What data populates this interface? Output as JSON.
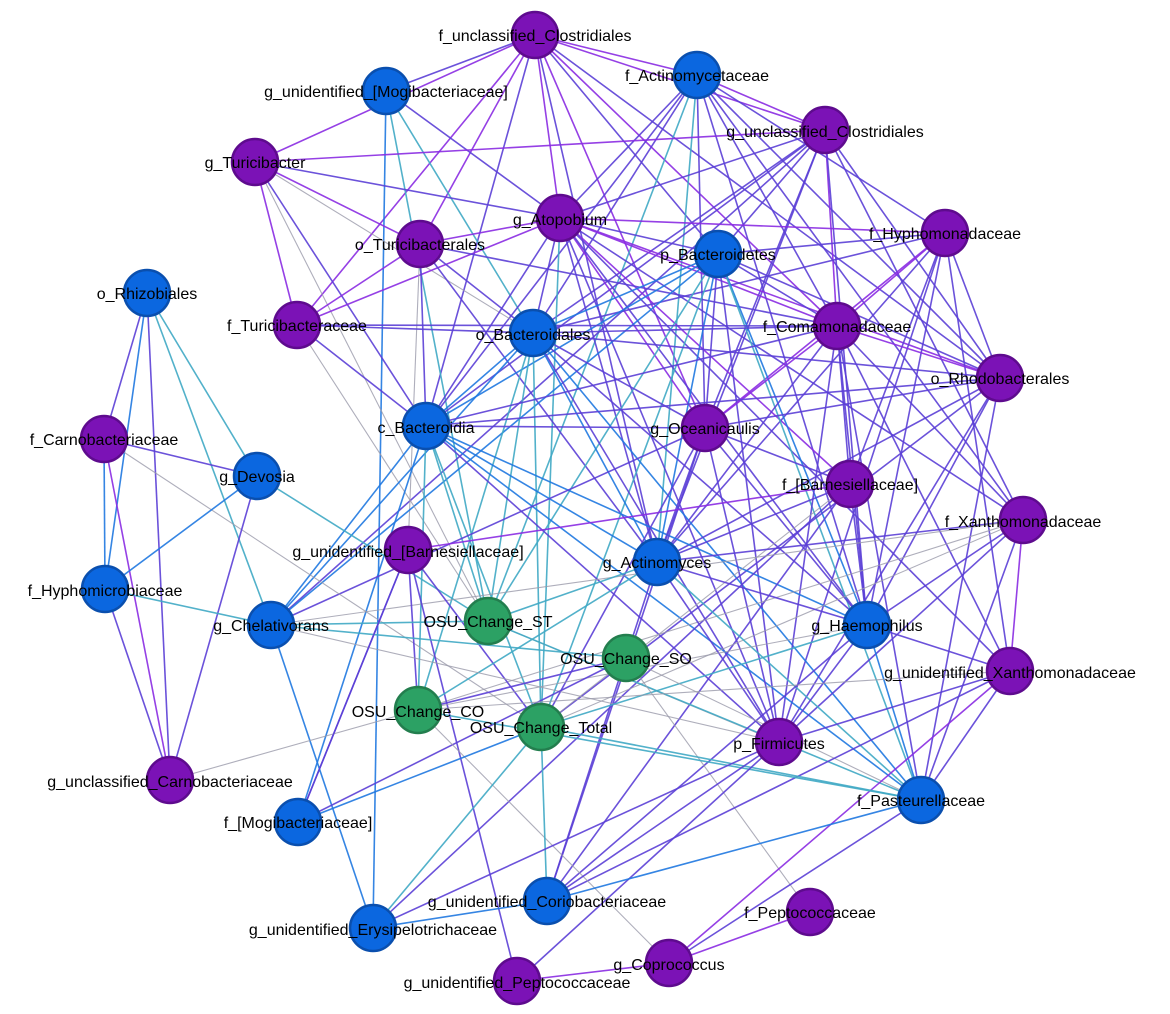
{
  "colors": {
    "purple": "#7b12b6",
    "purple_stroke": "#5e0b8e",
    "blue": "#0b67e0",
    "blue_stroke": "#0a4fae",
    "green": "#2ca164",
    "green_stroke": "#237e4e",
    "edge_purple": "#8a2be2",
    "edge_violet": "#5b3fd6",
    "edge_blue": "#1f78e0",
    "edge_cyan": "#3fa9c4",
    "edge_grey": "#9a9aaa"
  },
  "nodes": [
    {
      "id": "n1",
      "label": "f_unclassified_Clostridiales",
      "group": "purple"
    },
    {
      "id": "n2",
      "label": "g_unidentified_[Mogibacteriaceae]",
      "group": "blue"
    },
    {
      "id": "n3",
      "label": "f_Actinomycetaceae",
      "group": "blue"
    },
    {
      "id": "n4",
      "label": "g_unclassified_Clostridiales",
      "group": "purple"
    },
    {
      "id": "n5",
      "label": "g_Turicibacter",
      "group": "purple"
    },
    {
      "id": "n6",
      "label": "g_Atopobium",
      "group": "purple"
    },
    {
      "id": "n7",
      "label": "o_Turicibacterales",
      "group": "purple"
    },
    {
      "id": "n8",
      "label": "f_Hyphomonadaceae",
      "group": "purple"
    },
    {
      "id": "n9",
      "label": "p_Bacteroidetes",
      "group": "blue"
    },
    {
      "id": "n10",
      "label": "o_Rhizobiales",
      "group": "blue"
    },
    {
      "id": "n11",
      "label": "f_Turicibacteraceae",
      "group": "purple"
    },
    {
      "id": "n12",
      "label": "o_Bacteroidales",
      "group": "blue"
    },
    {
      "id": "n13",
      "label": "f_Comamonadaceae",
      "group": "purple"
    },
    {
      "id": "n14",
      "label": "o_Rhodobacterales",
      "group": "purple"
    },
    {
      "id": "n15",
      "label": "c_Bacteroidia",
      "group": "blue"
    },
    {
      "id": "n16",
      "label": "g_Oceanicaulis",
      "group": "purple"
    },
    {
      "id": "n17",
      "label": "f_Carnobacteriaceae",
      "group": "purple"
    },
    {
      "id": "n18",
      "label": "g_Devosia",
      "group": "blue"
    },
    {
      "id": "n19",
      "label": "f_[Barnesiellaceae]",
      "group": "purple"
    },
    {
      "id": "n20",
      "label": "f_Xanthomonadaceae",
      "group": "purple"
    },
    {
      "id": "n21",
      "label": "g_unidentified_[Barnesiellaceae]",
      "group": "purple"
    },
    {
      "id": "n22",
      "label": "g_Actinomyces",
      "group": "blue"
    },
    {
      "id": "n23",
      "label": "f_Hyphomicrobiaceae",
      "group": "blue"
    },
    {
      "id": "n24",
      "label": "g_Chelativorans",
      "group": "blue"
    },
    {
      "id": "n25",
      "label": "OSU_Change_ST",
      "group": "green"
    },
    {
      "id": "n26",
      "label": "g_Haemophilus",
      "group": "blue"
    },
    {
      "id": "n27",
      "label": "OSU_Change_SO",
      "group": "green"
    },
    {
      "id": "n28",
      "label": "g_unidentified_Xanthomonadaceae",
      "group": "purple"
    },
    {
      "id": "n29",
      "label": "OSU_Change_CO",
      "group": "green"
    },
    {
      "id": "n30",
      "label": "OSU_Change_Total",
      "group": "green"
    },
    {
      "id": "n31",
      "label": "p_Firmicutes",
      "group": "purple"
    },
    {
      "id": "n32",
      "label": "g_unclassified_Carnobacteriaceae",
      "group": "purple"
    },
    {
      "id": "n33",
      "label": "f_Pasteurellaceae",
      "group": "blue"
    },
    {
      "id": "n34",
      "label": "f_[Mogibacteriaceae]",
      "group": "blue"
    },
    {
      "id": "n35",
      "label": "g_unidentified_Coriobacteriaceae",
      "group": "blue"
    },
    {
      "id": "n36",
      "label": "f_Peptococcaceae",
      "group": "purple"
    },
    {
      "id": "n37",
      "label": "g_unidentified_Erysipelotrichaceae",
      "group": "blue"
    },
    {
      "id": "n38",
      "label": "g_Coprococcus",
      "group": "purple"
    },
    {
      "id": "n39",
      "label": "g_unidentified_Peptococcaceae",
      "group": "purple"
    }
  ],
  "edges": [
    [
      "n1",
      "n5",
      "edge_purple"
    ],
    [
      "n1",
      "n2",
      "edge_violet"
    ],
    [
      "n1",
      "n7",
      "edge_purple"
    ],
    [
      "n1",
      "n11",
      "edge_purple"
    ],
    [
      "n1",
      "n6",
      "edge_purple"
    ],
    [
      "n1",
      "n15",
      "edge_violet"
    ],
    [
      "n1",
      "n3",
      "edge_purple"
    ],
    [
      "n1",
      "n4",
      "edge_purple"
    ],
    [
      "n1",
      "n13",
      "edge_purple"
    ],
    [
      "n1",
      "n14",
      "edge_violet"
    ],
    [
      "n1",
      "n9",
      "edge_violet"
    ],
    [
      "n1",
      "n16",
      "edge_purple"
    ],
    [
      "n1",
      "n22",
      "edge_violet"
    ],
    [
      "n2",
      "n6",
      "edge_violet"
    ],
    [
      "n2",
      "n12",
      "edge_cyan"
    ],
    [
      "n2",
      "n37",
      "edge_blue"
    ],
    [
      "n2",
      "n25",
      "edge_cyan"
    ],
    [
      "n3",
      "n6",
      "edge_violet"
    ],
    [
      "n3",
      "n4",
      "edge_purple"
    ],
    [
      "n3",
      "n8",
      "edge_violet"
    ],
    [
      "n3",
      "n13",
      "edge_violet"
    ],
    [
      "n3",
      "n14",
      "edge_violet"
    ],
    [
      "n3",
      "n16",
      "edge_violet"
    ],
    [
      "n3",
      "n12",
      "edge_violet"
    ],
    [
      "n3",
      "n22",
      "edge_cyan"
    ],
    [
      "n3",
      "n26",
      "edge_violet"
    ],
    [
      "n3",
      "n20",
      "edge_violet"
    ],
    [
      "n3",
      "n25",
      "edge_cyan"
    ],
    [
      "n3",
      "n15",
      "edge_violet"
    ],
    [
      "n4",
      "n5",
      "edge_purple"
    ],
    [
      "n4",
      "n6",
      "edge_violet"
    ],
    [
      "n4",
      "n9",
      "edge_violet"
    ],
    [
      "n4",
      "n12",
      "edge_violet"
    ],
    [
      "n4",
      "n15",
      "edge_violet"
    ],
    [
      "n4",
      "n13",
      "edge_purple"
    ],
    [
      "n4",
      "n14",
      "edge_violet"
    ],
    [
      "n4",
      "n16",
      "edge_violet"
    ],
    [
      "n4",
      "n22",
      "edge_violet"
    ],
    [
      "n4",
      "n26",
      "edge_violet"
    ],
    [
      "n4",
      "n20",
      "edge_violet"
    ],
    [
      "n4",
      "n24",
      "edge_violet"
    ],
    [
      "n5",
      "n7",
      "edge_purple"
    ],
    [
      "n5",
      "n11",
      "edge_purple"
    ],
    [
      "n5",
      "n6",
      "edge_violet"
    ],
    [
      "n5",
      "n15",
      "edge_violet"
    ],
    [
      "n5",
      "n12",
      "edge_grey"
    ],
    [
      "n5",
      "n25",
      "edge_grey"
    ],
    [
      "n6",
      "n7",
      "edge_purple"
    ],
    [
      "n6",
      "n11",
      "edge_purple"
    ],
    [
      "n6",
      "n8",
      "edge_purple"
    ],
    [
      "n6",
      "n13",
      "edge_purple"
    ],
    [
      "n6",
      "n14",
      "edge_purple"
    ],
    [
      "n6",
      "n16",
      "edge_purple"
    ],
    [
      "n6",
      "n19",
      "edge_purple"
    ],
    [
      "n6",
      "n22",
      "edge_violet"
    ],
    [
      "n6",
      "n26",
      "edge_violet"
    ],
    [
      "n6",
      "n20",
      "edge_violet"
    ],
    [
      "n6",
      "n31",
      "edge_violet"
    ],
    [
      "n6",
      "n28",
      "edge_violet"
    ],
    [
      "n6",
      "n15",
      "edge_violet"
    ],
    [
      "n6",
      "n9",
      "edge_violet"
    ],
    [
      "n6",
      "n12",
      "edge_violet"
    ],
    [
      "n6",
      "n30",
      "edge_cyan"
    ],
    [
      "n7",
      "n11",
      "edge_purple"
    ],
    [
      "n7",
      "n12",
      "edge_violet"
    ],
    [
      "n7",
      "n15",
      "edge_violet"
    ],
    [
      "n7",
      "n22",
      "edge_violet"
    ],
    [
      "n7",
      "n21",
      "edge_grey"
    ],
    [
      "n7",
      "n13",
      "edge_violet"
    ],
    [
      "n8",
      "n13",
      "edge_purple"
    ],
    [
      "n8",
      "n16",
      "edge_purple"
    ],
    [
      "n8",
      "n14",
      "edge_violet"
    ],
    [
      "n8",
      "n19",
      "edge_violet"
    ],
    [
      "n8",
      "n22",
      "edge_violet"
    ],
    [
      "n8",
      "n26",
      "edge_violet"
    ],
    [
      "n8",
      "n28",
      "edge_violet"
    ],
    [
      "n8",
      "n31",
      "edge_violet"
    ],
    [
      "n8",
      "n12",
      "edge_violet"
    ],
    [
      "n8",
      "n9",
      "edge_violet"
    ],
    [
      "n9",
      "n15",
      "edge_blue"
    ],
    [
      "n9",
      "n12",
      "edge_blue"
    ],
    [
      "n9",
      "n13",
      "edge_violet"
    ],
    [
      "n9",
      "n14",
      "edge_violet"
    ],
    [
      "n9",
      "n16",
      "edge_violet"
    ],
    [
      "n9",
      "n22",
      "edge_blue"
    ],
    [
      "n9",
      "n26",
      "edge_blue"
    ],
    [
      "n9",
      "n24",
      "edge_blue"
    ],
    [
      "n9",
      "n25",
      "edge_cyan"
    ],
    [
      "n9",
      "n30",
      "edge_cyan"
    ],
    [
      "n9",
      "n33",
      "edge_cyan"
    ],
    [
      "n9",
      "n31",
      "edge_violet"
    ],
    [
      "n10",
      "n17",
      "edge_violet"
    ],
    [
      "n10",
      "n18",
      "edge_cyan"
    ],
    [
      "n10",
      "n23",
      "edge_blue"
    ],
    [
      "n10",
      "n32",
      "edge_violet"
    ],
    [
      "n10",
      "n24",
      "edge_cyan"
    ],
    [
      "n11",
      "n15",
      "edge_violet"
    ],
    [
      "n11",
      "n12",
      "edge_violet"
    ],
    [
      "n11",
      "n13",
      "edge_violet"
    ],
    [
      "n11",
      "n25",
      "edge_grey"
    ],
    [
      "n12",
      "n15",
      "edge_blue"
    ],
    [
      "n12",
      "n13",
      "edge_violet"
    ],
    [
      "n12",
      "n14",
      "edge_violet"
    ],
    [
      "n12",
      "n16",
      "edge_violet"
    ],
    [
      "n12",
      "n22",
      "edge_blue"
    ],
    [
      "n12",
      "n26",
      "edge_violet"
    ],
    [
      "n12",
      "n24",
      "edge_blue"
    ],
    [
      "n12",
      "n25",
      "edge_cyan"
    ],
    [
      "n12",
      "n30",
      "edge_cyan"
    ],
    [
      "n12",
      "n29",
      "edge_cyan"
    ],
    [
      "n12",
      "n31",
      "edge_violet"
    ],
    [
      "n12",
      "n33",
      "edge_blue"
    ],
    [
      "n13",
      "n14",
      "edge_purple"
    ],
    [
      "n13",
      "n16",
      "edge_purple"
    ],
    [
      "n13",
      "n19",
      "edge_violet"
    ],
    [
      "n13",
      "n20",
      "edge_violet"
    ],
    [
      "n13",
      "n22",
      "edge_violet"
    ],
    [
      "n13",
      "n26",
      "edge_violet"
    ],
    [
      "n13",
      "n28",
      "edge_violet"
    ],
    [
      "n13",
      "n31",
      "edge_violet"
    ],
    [
      "n13",
      "n15",
      "edge_violet"
    ],
    [
      "n13",
      "n33",
      "edge_violet"
    ],
    [
      "n14",
      "n16",
      "edge_violet"
    ],
    [
      "n14",
      "n15",
      "edge_violet"
    ],
    [
      "n14",
      "n22",
      "edge_violet"
    ],
    [
      "n14",
      "n26",
      "edge_violet"
    ],
    [
      "n14",
      "n31",
      "edge_violet"
    ],
    [
      "n14",
      "n33",
      "edge_violet"
    ],
    [
      "n14",
      "n30",
      "edge_violet"
    ],
    [
      "n15",
      "n16",
      "edge_violet"
    ],
    [
      "n15",
      "n22",
      "edge_blue"
    ],
    [
      "n15",
      "n24",
      "edge_blue"
    ],
    [
      "n15",
      "n25",
      "edge_cyan"
    ],
    [
      "n15",
      "n29",
      "edge_cyan"
    ],
    [
      "n15",
      "n30",
      "edge_cyan"
    ],
    [
      "n15",
      "n26",
      "edge_blue"
    ],
    [
      "n15",
      "n33",
      "edge_blue"
    ],
    [
      "n15",
      "n31",
      "edge_violet"
    ],
    [
      "n15",
      "n34",
      "edge_blue"
    ],
    [
      "n16",
      "n22",
      "edge_violet"
    ],
    [
      "n16",
      "n26",
      "edge_violet"
    ],
    [
      "n16",
      "n19",
      "edge_violet"
    ],
    [
      "n16",
      "n24",
      "edge_violet"
    ],
    [
      "n16",
      "n31",
      "edge_violet"
    ],
    [
      "n16",
      "n35",
      "edge_violet"
    ],
    [
      "n16",
      "n30",
      "edge_violet"
    ],
    [
      "n17",
      "n18",
      "edge_violet"
    ],
    [
      "n17",
      "n23",
      "edge_blue"
    ],
    [
      "n17",
      "n32",
      "edge_purple"
    ],
    [
      "n17",
      "n30",
      "edge_grey"
    ],
    [
      "n18",
      "n23",
      "edge_blue"
    ],
    [
      "n18",
      "n32",
      "edge_violet"
    ],
    [
      "n18",
      "n25",
      "edge_cyan"
    ],
    [
      "n19",
      "n21",
      "edge_purple"
    ],
    [
      "n19",
      "n22",
      "edge_violet"
    ],
    [
      "n19",
      "n26",
      "edge_violet"
    ],
    [
      "n19",
      "n30",
      "edge_grey"
    ],
    [
      "n19",
      "n37",
      "edge_violet"
    ],
    [
      "n19",
      "n35",
      "edge_violet"
    ],
    [
      "n20",
      "n26",
      "edge_violet"
    ],
    [
      "n20",
      "n28",
      "edge_purple"
    ],
    [
      "n20",
      "n33",
      "edge_violet"
    ],
    [
      "n20",
      "n31",
      "edge_violet"
    ],
    [
      "n20",
      "n22",
      "edge_violet"
    ],
    [
      "n20",
      "n29",
      "edge_grey"
    ],
    [
      "n20",
      "n30",
      "edge_grey"
    ],
    [
      "n20",
      "n24",
      "edge_grey"
    ],
    [
      "n21",
      "n29",
      "edge_violet"
    ],
    [
      "n21",
      "n30",
      "edge_violet"
    ],
    [
      "n21",
      "n39",
      "edge_violet"
    ],
    [
      "n21",
      "n34",
      "edge_violet"
    ],
    [
      "n22",
      "n26",
      "edge_violet"
    ],
    [
      "n22",
      "n25",
      "edge_cyan"
    ],
    [
      "n22",
      "n29",
      "edge_cyan"
    ],
    [
      "n22",
      "n31",
      "edge_violet"
    ],
    [
      "n22",
      "n33",
      "edge_cyan"
    ],
    [
      "n22",
      "n35",
      "edge_violet"
    ],
    [
      "n23",
      "n24",
      "edge_cyan"
    ],
    [
      "n23",
      "n32",
      "edge_violet"
    ],
    [
      "n24",
      "n37",
      "edge_blue"
    ],
    [
      "n24",
      "n25",
      "edge_cyan"
    ],
    [
      "n24",
      "n31",
      "edge_grey"
    ],
    [
      "n24",
      "n27",
      "edge_cyan"
    ],
    [
      "n25",
      "n31",
      "edge_grey"
    ],
    [
      "n25",
      "n33",
      "edge_cyan"
    ],
    [
      "n26",
      "n28",
      "edge_violet"
    ],
    [
      "n26",
      "n33",
      "edge_blue"
    ],
    [
      "n26",
      "n31",
      "edge_violet"
    ],
    [
      "n26",
      "n30",
      "edge_cyan"
    ],
    [
      "n26",
      "n35",
      "edge_violet"
    ],
    [
      "n26",
      "n29",
      "edge_grey"
    ],
    [
      "n27",
      "n29",
      "edge_violet"
    ],
    [
      "n27",
      "n33",
      "edge_grey"
    ],
    [
      "n27",
      "n36",
      "edge_grey"
    ],
    [
      "n27",
      "n34",
      "edge_violet"
    ],
    [
      "n28",
      "n33",
      "edge_violet"
    ],
    [
      "n28",
      "n38",
      "edge_purple"
    ],
    [
      "n28",
      "n31",
      "edge_violet"
    ],
    [
      "n28",
      "n35",
      "edge_violet"
    ],
    [
      "n28",
      "n29",
      "edge_grey"
    ],
    [
      "n29",
      "n38",
      "edge_grey"
    ],
    [
      "n29",
      "n33",
      "edge_cyan"
    ],
    [
      "n29",
      "n32",
      "edge_grey"
    ],
    [
      "n30",
      "n37",
      "edge_cyan"
    ],
    [
      "n30",
      "n34",
      "edge_blue"
    ],
    [
      "n30",
      "n35",
      "edge_cyan"
    ],
    [
      "n30",
      "n33",
      "edge_cyan"
    ],
    [
      "n31",
      "n35",
      "edge_violet"
    ],
    [
      "n31",
      "n37",
      "edge_violet"
    ],
    [
      "n31",
      "n39",
      "edge_violet"
    ],
    [
      "n33",
      "n38",
      "edge_violet"
    ],
    [
      "n33",
      "n35",
      "edge_blue"
    ],
    [
      "n35",
      "n37",
      "edge_blue"
    ],
    [
      "n36",
      "n38",
      "edge_purple"
    ],
    [
      "n38",
      "n39",
      "edge_purple"
    ],
    [
      "n34",
      "n21",
      "edge_violet"
    ]
  ]
}
